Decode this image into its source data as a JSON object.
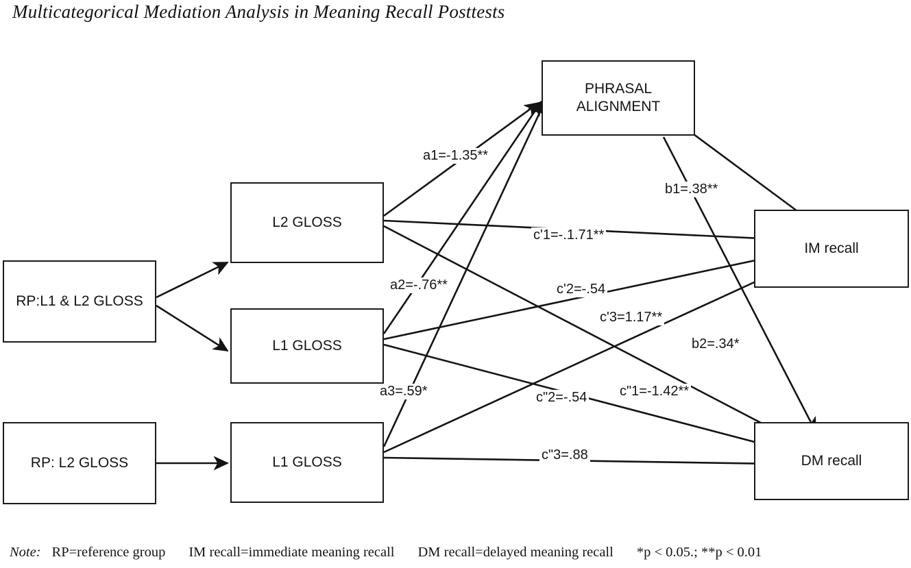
{
  "figure": {
    "title": "Multicategorical Mediation Analysis in Meaning Recall Posttests",
    "diagram_type": "path-diagram",
    "line_color": "#141414",
    "box_border_color": "#1a1a1a",
    "background_color": "#ffffff"
  },
  "nodes": [
    {
      "id": "rp1",
      "label": "RP:L1 & L2 GLOSS",
      "role": "predictor"
    },
    {
      "id": "rp2",
      "label": "RP: L2 GLOSS",
      "role": "predictor"
    },
    {
      "id": "l2gloss",
      "label": "L2 GLOSS",
      "role": "predictor-level"
    },
    {
      "id": "l1gloss_a",
      "label": "L1 GLOSS",
      "role": "predictor-level"
    },
    {
      "id": "l1gloss_b",
      "label": "L1 GLOSS",
      "role": "predictor-level"
    },
    {
      "id": "mediator",
      "label": "PHRASAL\nALIGNMENT",
      "label_line1": "PHRASAL",
      "label_line2": "ALIGNMENT",
      "role": "mediator"
    },
    {
      "id": "im",
      "label": "IM recall",
      "role": "outcome"
    },
    {
      "id": "dm",
      "label": "DM recall",
      "role": "outcome"
    }
  ],
  "paths": [
    {
      "id": "a1",
      "label": "a1=-1.35**",
      "from": "l2gloss",
      "to": "mediator"
    },
    {
      "id": "a2",
      "label": "a2=-.76**",
      "from": "l1gloss_a",
      "to": "mediator"
    },
    {
      "id": "a3",
      "label": "a3=.59*",
      "from": "l1gloss_b",
      "to": "mediator"
    },
    {
      "id": "b1",
      "label": "b1=.38**",
      "from": "mediator",
      "to": "im"
    },
    {
      "id": "b2",
      "label": "b2=.34*",
      "from": "mediator",
      "to": "dm"
    },
    {
      "id": "c1p",
      "label": "c'1=-.1.71**",
      "from": "l2gloss",
      "to": "im"
    },
    {
      "id": "c2p",
      "label": "c'2=-.54",
      "from": "l1gloss_a",
      "to": "im"
    },
    {
      "id": "c3p",
      "label": "c'3=1.17**",
      "from": "l1gloss_b",
      "to": "im"
    },
    {
      "id": "c1pp",
      "label": "c\"1=-1.42**",
      "from": "l2gloss",
      "to": "dm"
    },
    {
      "id": "c2pp",
      "label": "c\"2=-.54",
      "from": "l1gloss_a",
      "to": "dm"
    },
    {
      "id": "c3pp",
      "label": "c\"3=.88",
      "from": "l1gloss_b",
      "to": "dm"
    }
  ],
  "note": {
    "word": "Note:",
    "segments": [
      "RP=reference group",
      "IM recall=immediate meaning recall",
      "DM recall=delayed meaning recall",
      "*p < 0.05.; **p < 0.01"
    ]
  }
}
